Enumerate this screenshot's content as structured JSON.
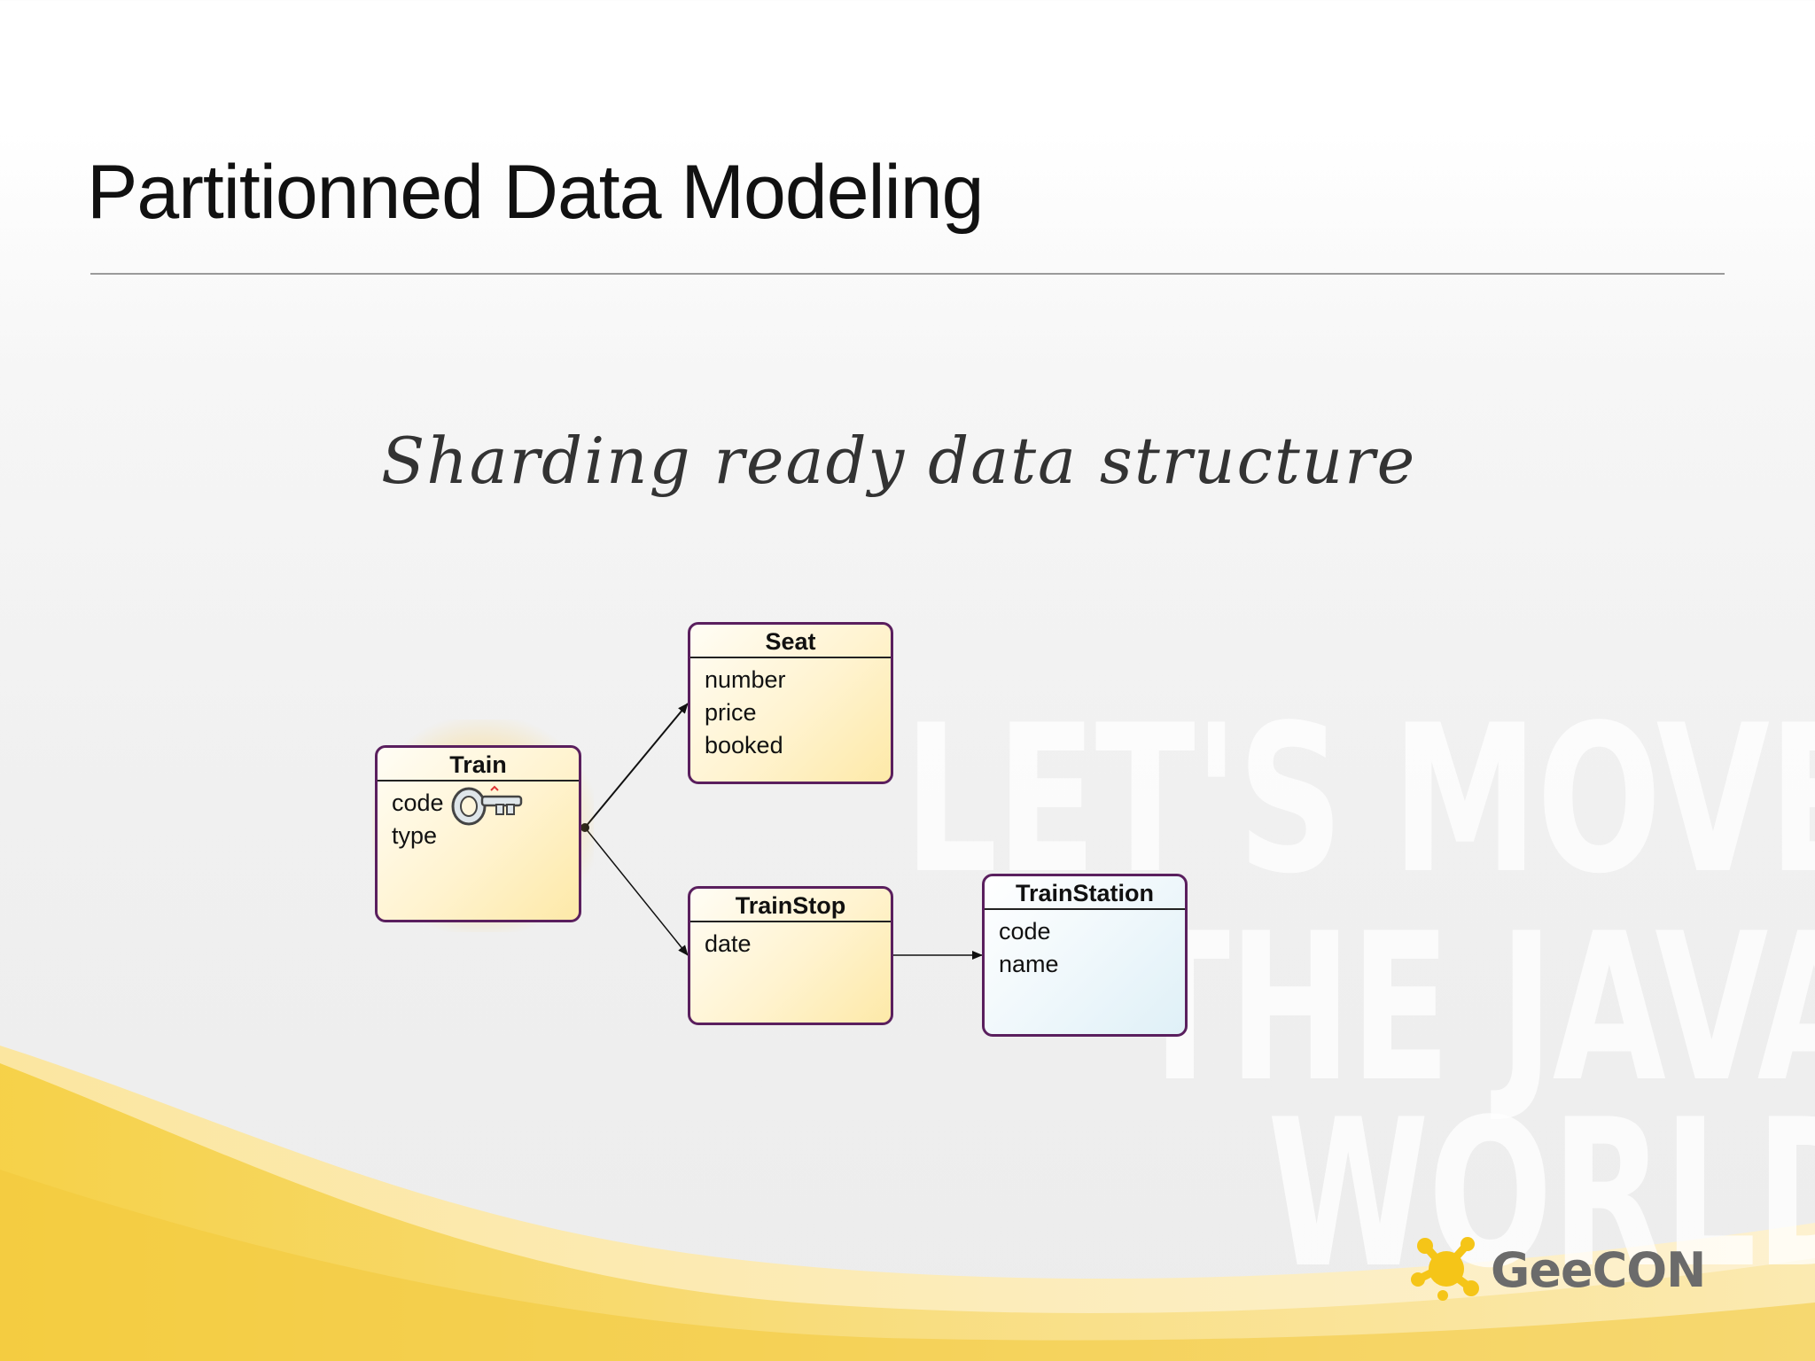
{
  "slide": {
    "title": "Partitionned Data Modeling",
    "subtitle": "Sharding ready data structure",
    "watermark_lines": [
      "LET'S MOVE",
      "THE JAVA",
      "WORLD"
    ]
  },
  "diagram": {
    "entities": [
      {
        "id": "train",
        "name": "Train",
        "attributes": [
          "code",
          "type"
        ],
        "key_attribute": "code",
        "color": "#fff3cf"
      },
      {
        "id": "seat",
        "name": "Seat",
        "attributes": [
          "number",
          "price",
          "booked"
        ],
        "color": "#fff3cf"
      },
      {
        "id": "trainstop",
        "name": "TrainStop",
        "attributes": [
          "date"
        ],
        "color": "#fff3cf"
      },
      {
        "id": "trainstation",
        "name": "TrainStation",
        "attributes": [
          "code",
          "name"
        ],
        "color": "#e6f3f9"
      }
    ],
    "relationships": [
      {
        "from": "Train",
        "to": "Seat"
      },
      {
        "from": "Train",
        "to": "TrainStop"
      },
      {
        "from": "TrainStop",
        "to": "TrainStation"
      }
    ],
    "border_color": "#5a1f5e"
  },
  "logo": {
    "text": "GeeCON",
    "icon": "geecon-splat-icon",
    "color": "#f5c518"
  },
  "colors": {
    "accent_yellow": "#f7d54a",
    "text": "#111111"
  }
}
